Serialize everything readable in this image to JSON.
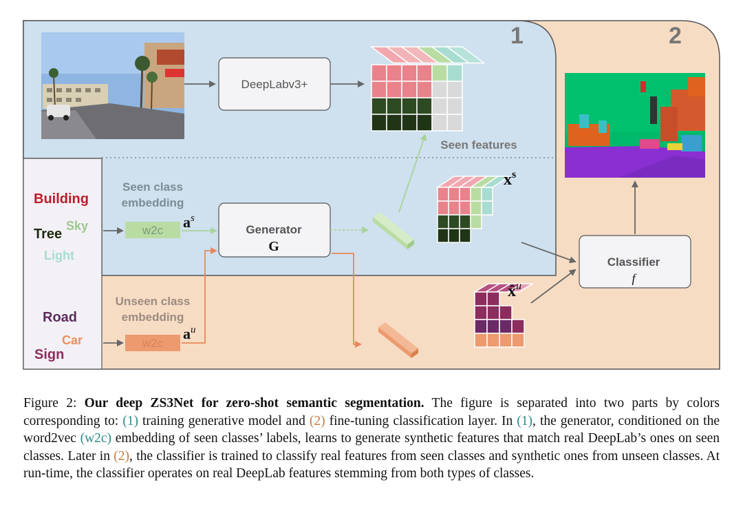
{
  "figure": {
    "part_numbers": [
      "1",
      "2"
    ],
    "deeplab_label": "DeepLabv3+",
    "seen_features_label": "Seen features",
    "seen_embedding_label_line1": "Seen class",
    "seen_embedding_label_line2": "embedding",
    "unseen_embedding_label_line1": "Unseen class",
    "unseen_embedding_label_line2": "embedding",
    "w2c_label": "w2c",
    "w2c_unseen_label": "w2c",
    "a_seen_label": "a",
    "a_seen_sup": "s",
    "a_unseen_label": "a",
    "a_unseen_sup": "u",
    "generator_label": "Generator",
    "generator_symbol": "G",
    "xs_label": "x",
    "xs_sup": "s",
    "xu_label": "x̂",
    "xu_sup": "u",
    "classifier_label": "Classifier",
    "classifier_symbol": "f",
    "seen_classes": [
      {
        "label": "Building",
        "color": "#c0192b"
      },
      {
        "label": "Tree",
        "color": "#1d2a12"
      },
      {
        "label": "Sky",
        "color": "#9cc98e"
      },
      {
        "label": "Light",
        "color": "#a8dcd0"
      }
    ],
    "unseen_classes": [
      {
        "label": "Road",
        "color": "#5c2c5e"
      },
      {
        "label": "Car",
        "color": "#e89162"
      },
      {
        "label": "Sign",
        "color": "#8c2d5e"
      }
    ],
    "colors": {
      "part1_bg": "#cfe0ee",
      "part2_bg": "#f7dcc4",
      "seen_green": "#b9dca3",
      "unseen_orange": "#ec9a6e"
    }
  },
  "caption": {
    "prefix": "Figure 2: ",
    "bold_title": "Our deep ZS3Net for zero-shot semantic segmentation.",
    "s1": " The figure is separated into two parts by colors corresponding to: ",
    "r1": "(1)",
    "s2": " training generative model and ",
    "r2": "(2)",
    "s3": " fine-tuning classification layer. In ",
    "r3": "(1)",
    "s4": ", the generator, conditioned on the word2vec ",
    "r4": "(w2c)",
    "s5": " embedding of seen classes’ labels, learns to generate synthetic features that match real DeepLab’s ones on seen classes. Later in ",
    "r5": "(2)",
    "s6": ", the classifier is trained to classify real features from seen classes and synthetic ones from unseen classes. At run-time, the classifier operates on real DeepLab features stemming from both types of classes."
  }
}
